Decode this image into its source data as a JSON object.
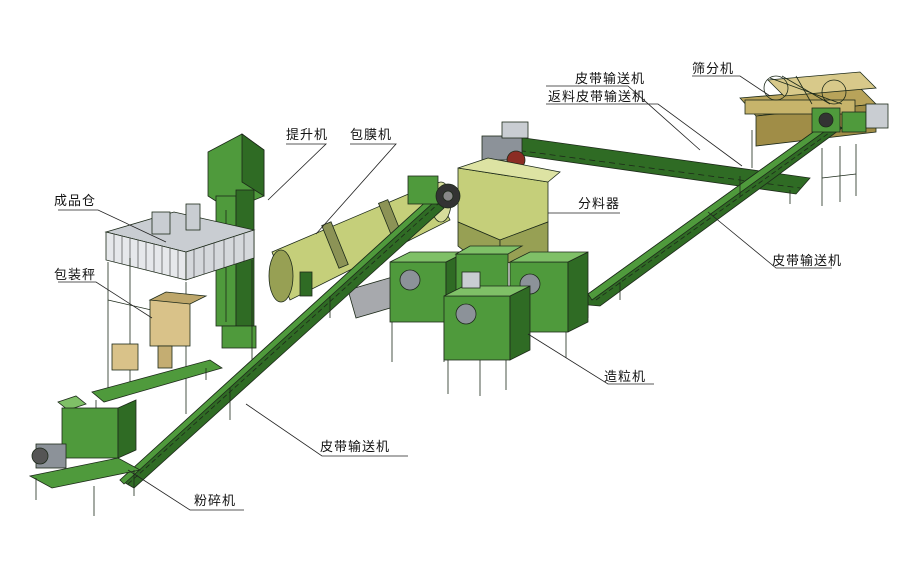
{
  "colors": {
    "equipment_green": "#4f9a3c",
    "equipment_green_dark": "#2f6b24",
    "drum_khaki": "#c5cf7a",
    "frame_grey": "#c9cdd2",
    "label_text": "#111111"
  },
  "labels": {
    "belt_conveyor_top": "皮带输送机",
    "return_belt_conveyor": "返料皮带输送机",
    "screening_machine": "筛分机",
    "bucket_elevator": "提升机",
    "coating_machine": "包膜机",
    "finished_product_bin": "成品仓",
    "distributor": "分料器",
    "belt_conveyor_right": "皮带输送机",
    "packing_scale": "包装秤",
    "granulator": "造粒机",
    "belt_conveyor_bottom": "皮带输送机",
    "crusher": "粉碎机"
  }
}
